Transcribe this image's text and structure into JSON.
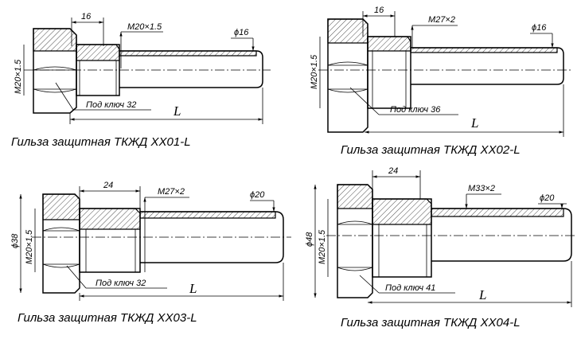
{
  "drawings": [
    {
      "caption": "Гильза защитная ТКЖД XX01-L",
      "dim_top": "16",
      "thread_label": "M20×1.5",
      "tip_diameter": "ϕ16",
      "body_thread": "M20×1.5",
      "wrench": "Под ключ 32",
      "length": "L"
    },
    {
      "caption": "Гильза защитная ТКЖД XX02-L",
      "dim_top": "16",
      "thread_label": "M27×2",
      "tip_diameter": "ϕ16",
      "body_thread": "M20×1.5",
      "wrench": "Под ключ 36",
      "length": "L"
    },
    {
      "caption": "Гильза защитная ТКЖД XX03-L",
      "dim_top": "24",
      "thread_label": "M27×2",
      "tip_diameter": "ϕ20",
      "body_thread": "M20×1.5",
      "head_diameter": "ϕ38",
      "wrench": "Под ключ 32",
      "length": "L"
    },
    {
      "caption": "Гильза защитная ТКЖД XX04-L",
      "dim_top": "24",
      "thread_label": "M33×2",
      "tip_diameter": "ϕ20",
      "body_thread": "M20×1.5",
      "head_diameter": "ϕ48",
      "wrench": "Под ключ 41",
      "length": "L"
    }
  ]
}
